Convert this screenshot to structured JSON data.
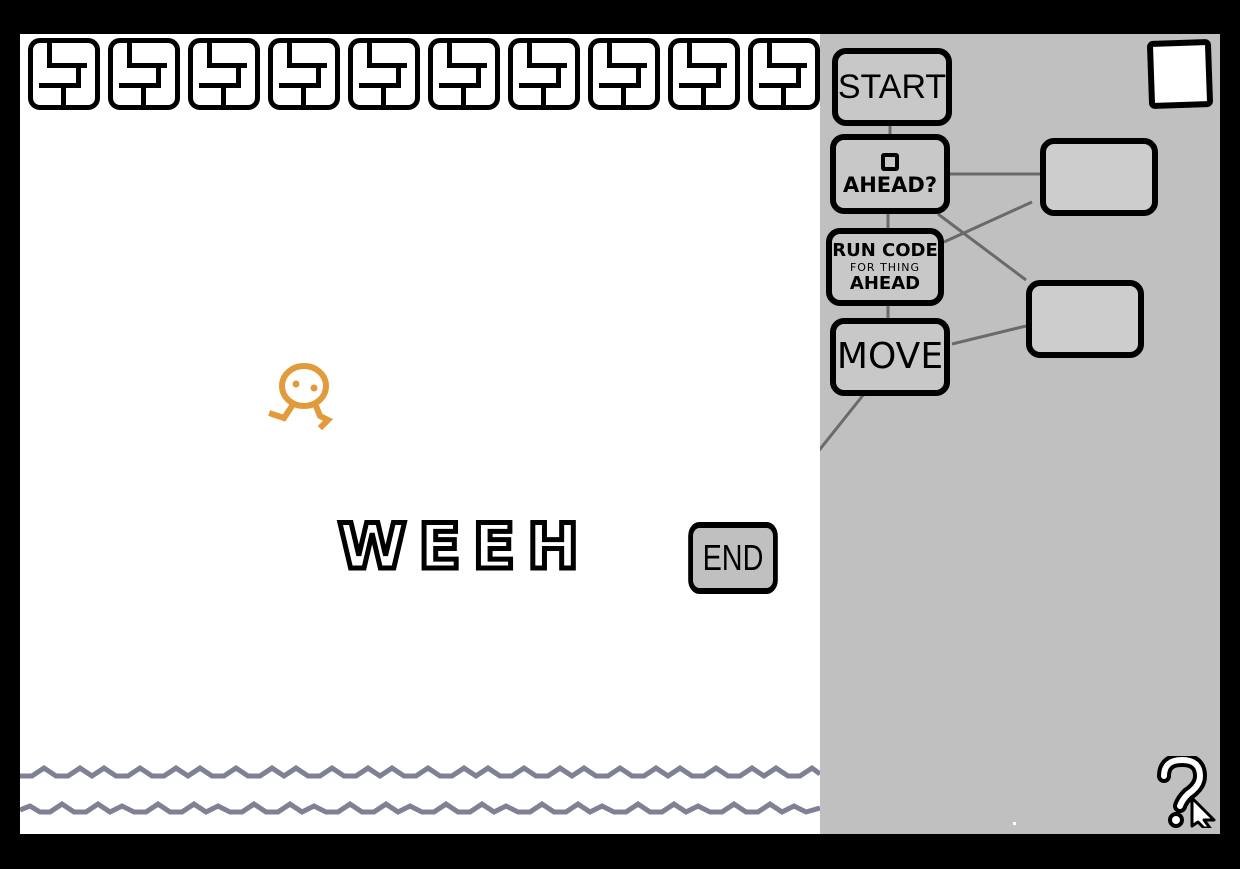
{
  "game": {
    "background": "#ffffff",
    "brick_count": 10,
    "character": {
      "name": "orange-critter",
      "color": "#e39a3b"
    },
    "banner_text": [
      "W",
      "E",
      "E",
      "H"
    ],
    "end_node": {
      "label": "END"
    },
    "water_color": "#7f8094"
  },
  "panel": {
    "background": "#c0c0c0",
    "nodes": [
      {
        "id": "start",
        "label": "START"
      },
      {
        "id": "ahead",
        "label": "AHEAD?",
        "icon": "square-icon"
      },
      {
        "id": "run-code",
        "line1": "RUN CODE",
        "line2": "FOR THING",
        "line3": "AHEAD"
      },
      {
        "id": "move",
        "label": "MOVE"
      }
    ],
    "empty_slots": 2,
    "toggle": {
      "icon": "white-square-icon"
    },
    "help": {
      "icon": "help-question-icon"
    }
  }
}
